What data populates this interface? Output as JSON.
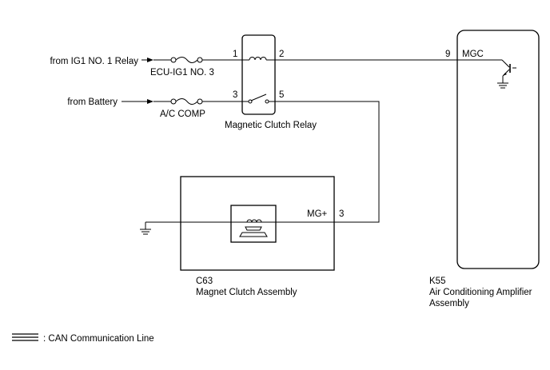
{
  "sources": {
    "ig1_relay": "from IG1 NO. 1 Relay",
    "battery": "from Battery"
  },
  "fuses": {
    "ecu_ig1": "ECU-IG1 NO. 3",
    "ac_comp": "A/C COMP"
  },
  "relay": {
    "name": "Magnetic Clutch Relay",
    "pins": {
      "p1": "1",
      "p2": "2",
      "p3": "3",
      "p5": "5"
    }
  },
  "amplifier": {
    "code": "K55",
    "name_line1": "Air Conditioning Amplifier",
    "name_line2": "Assembly",
    "pin_number": "9",
    "pin_name": "MGC"
  },
  "clutch": {
    "code": "C63",
    "name": "Magnet Clutch Assembly",
    "pin_number": "3",
    "pin_name": "MG+"
  },
  "legend": {
    "label": ": CAN Communication Line"
  }
}
